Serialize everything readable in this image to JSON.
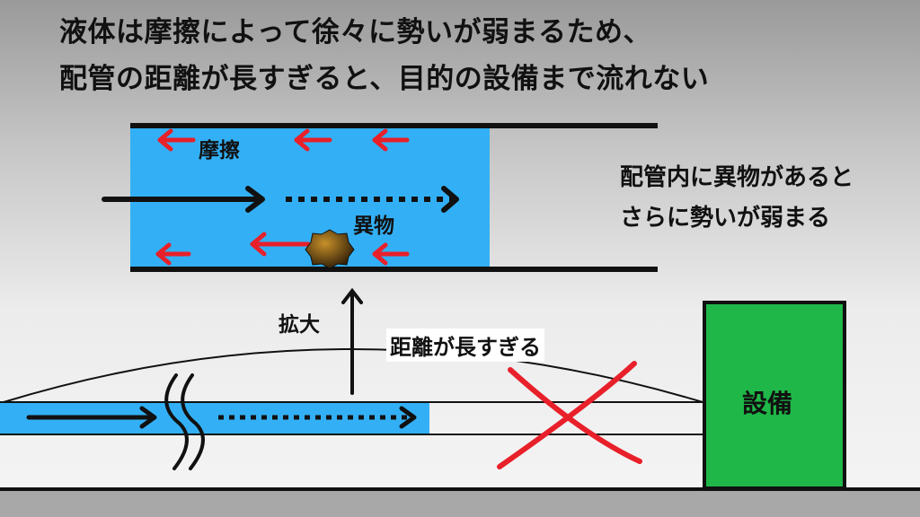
{
  "title": {
    "line1": "液体は摩擦によって徐々に勢いが弱まるため、",
    "line2": "配管の距離が長すぎると、目的の設備まで流れない"
  },
  "note": {
    "line1": "配管内に異物があると",
    "line2": "さらに勢いが弱まる"
  },
  "labels": {
    "friction": "摩擦",
    "debris": "異物",
    "expand": "拡大",
    "distance": "距離が長すぎる",
    "equipment": "設備"
  },
  "colors": {
    "water": "#33b0f5",
    "arrow_red": "#e8202a",
    "cross_red": "#e8202a",
    "equipment_fill": "#1fb848",
    "pipe_line": "#111111"
  },
  "icons": [
    "right-arrow-icon",
    "left-arrow-icon",
    "debris-icon",
    "pipe-break-icon",
    "cross-icon",
    "up-arrow-icon"
  ]
}
